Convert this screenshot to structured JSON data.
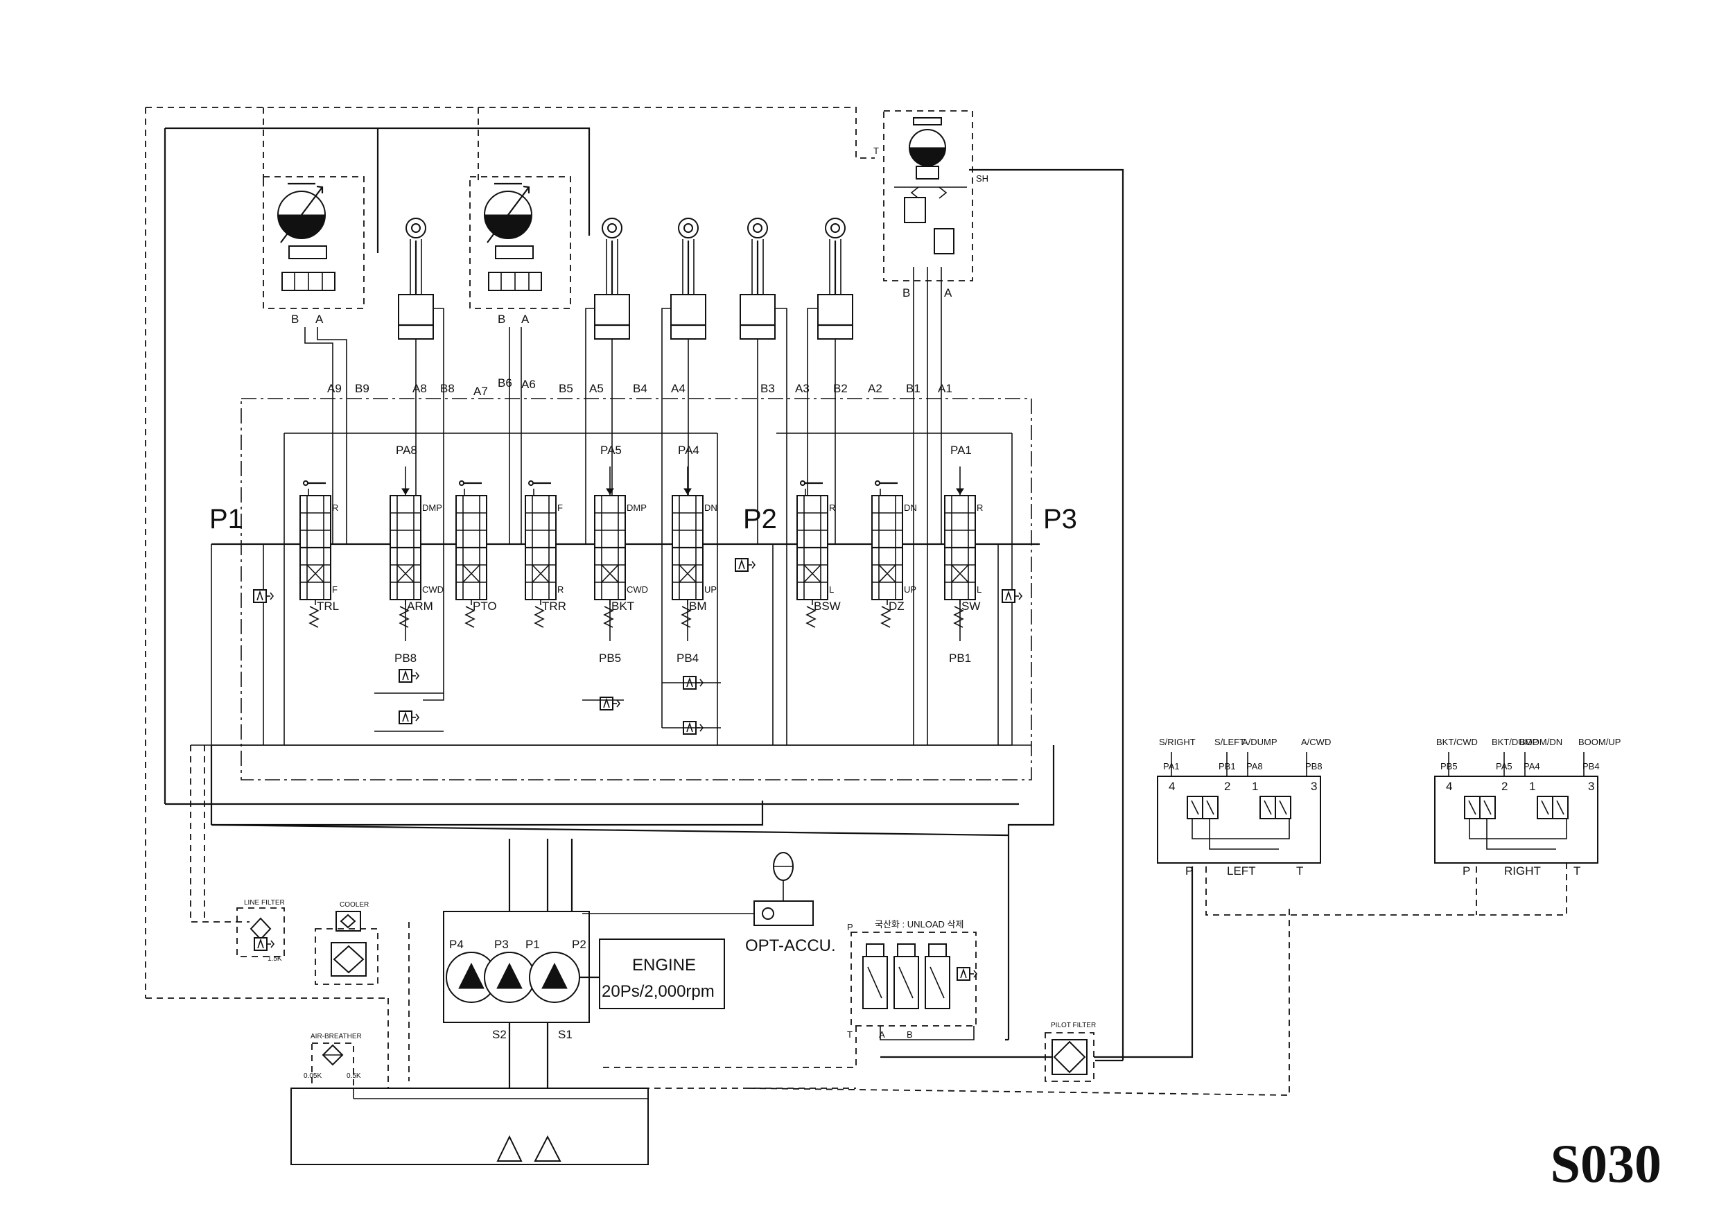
{
  "diagram": {
    "drawing_code": "S030",
    "sections": {
      "p1": "P1",
      "p2": "P2",
      "p3": "P3"
    },
    "ports_top": [
      "A9",
      "B9",
      "A8",
      "B8",
      "A7",
      "B6",
      "A6",
      "B5",
      "A5",
      "B4",
      "A4",
      "B3",
      "A3",
      "B2",
      "A2",
      "B1",
      "A1"
    ],
    "motor_ports": {
      "b": "B",
      "a": "A"
    },
    "swing_motor": {
      "t": "T",
      "sh": "SH",
      "b": "B",
      "a": "A"
    },
    "spools": [
      {
        "top": "",
        "upper": "R",
        "lower": "F",
        "name": "TRL"
      },
      {
        "top": "PA8",
        "upper": "DMP",
        "lower": "CWD",
        "name": "ARM",
        "bottom": "PB8"
      },
      {
        "top": "",
        "upper": "",
        "lower": "",
        "name": "PTO"
      },
      {
        "top": "",
        "upper": "F",
        "lower": "R",
        "name": "TRR"
      },
      {
        "top": "PA5",
        "upper": "DMP",
        "lower": "CWD",
        "name": "BKT",
        "bottom": "PB5"
      },
      {
        "top": "PA4",
        "upper": "DN",
        "lower": "UP",
        "name": "BM",
        "bottom": "PB4"
      },
      {
        "top": "",
        "upper": "R",
        "lower": "L",
        "name": "BSW"
      },
      {
        "top": "",
        "upper": "DN",
        "lower": "UP",
        "name": "DZ"
      },
      {
        "top": "PA1",
        "upper": "R",
        "lower": "L",
        "name": "SW",
        "bottom": "PB1"
      }
    ],
    "pumps": {
      "p4": "P4",
      "p3": "P3",
      "p1": "P1",
      "p2": "P2",
      "s2": "S2",
      "s1": "S1"
    },
    "engine": {
      "title": "ENGINE",
      "spec": "20Ps/2,000rpm"
    },
    "accumulator": "OPT-ACCU.",
    "unload_block": {
      "p": "P",
      "t": "T",
      "a": "A",
      "b": "B",
      "note": "국산화 : UNLOAD 삭제"
    },
    "filters": {
      "line": "LINE FILTER",
      "line_rating": "1.5K",
      "cooler": "COOLER",
      "pilot": "PILOT FILTER"
    },
    "air_breather": {
      "label": "AIR-BREATHER",
      "left": "0.05K",
      "right": "0.5K"
    },
    "joystick_left": {
      "name": "LEFT",
      "p": "P",
      "t": "T",
      "functions": [
        "S/RIGHT",
        "S/LEFT",
        "A/DUMP",
        "A/CWD"
      ],
      "pilots": [
        "PA1",
        "PB1",
        "PA8",
        "PB8"
      ],
      "positions": [
        "4",
        "2",
        "1",
        "3"
      ]
    },
    "joystick_right": {
      "name": "RIGHT",
      "p": "P",
      "t": "T",
      "functions": [
        "BKT/CWD",
        "BKT/DUMP",
        "BOOM/DN",
        "BOOM/UP"
      ],
      "pilots": [
        "PB5",
        "PA5",
        "PA4",
        "PB4"
      ],
      "positions": [
        "4",
        "2",
        "1",
        "3"
      ]
    }
  }
}
